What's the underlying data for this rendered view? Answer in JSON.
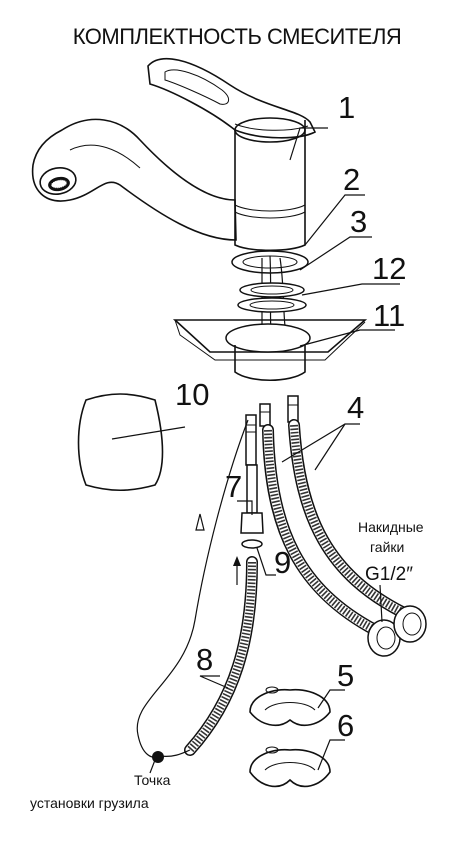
{
  "title": "КОМПЛЕКТНОСТЬ СМЕСИТЕЛЯ",
  "callouts": {
    "c1": "1",
    "c2": "2",
    "c3": "3",
    "c12": "12",
    "c11": "11",
    "c10": "10",
    "c4": "4",
    "c7": "7",
    "c9": "9",
    "c8": "8",
    "c5": "5",
    "c6": "6"
  },
  "notes": {
    "nuts_line1": "Накидные",
    "nuts_line2": "гайки",
    "thread": "G1/2″",
    "weight_line1": "Точка",
    "weight_line2": "установки грузила"
  }
}
